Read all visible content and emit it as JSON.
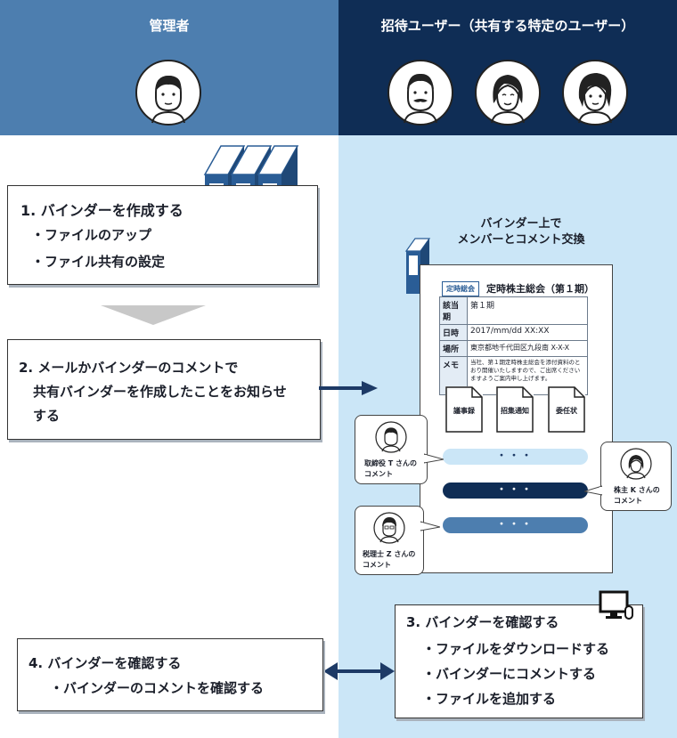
{
  "headers": {
    "admin": "管理者",
    "guest": "招待ユーザー（共有する特定のユーザー）"
  },
  "step1": {
    "title": "1. バインダーを作成する",
    "items": [
      "・ファイルのアップ",
      "・ファイル共有の設定"
    ]
  },
  "step2": {
    "line1": "2. メールかバインダーのコメントで",
    "line2": "共有バインダーを作成したことをお知らせ",
    "line3": "する"
  },
  "step3": {
    "title": "3. バインダーを確認する",
    "items": [
      "・ファイルをダウンロードする",
      "・バインダーにコメントする",
      "・ファイルを追加する"
    ]
  },
  "step4": {
    "title": "4. バインダーを確認する",
    "items": [
      "・バインダーのコメントを確認する"
    ]
  },
  "binder_caption": {
    "line1": "バインダー上で",
    "line2": "メンバーとコメント交換"
  },
  "document": {
    "tag": "定時総会",
    "title": "定時株主総会（第１期）",
    "rows": [
      {
        "key": "該当期",
        "value": "第１期"
      },
      {
        "key": "日時",
        "value": "2017/mm/dd XX:XX"
      },
      {
        "key": "場所",
        "value": "東京都地千代田区九段南 X-X-X"
      },
      {
        "key": "メモ",
        "value": "当社、第１期定時株主総会を添付資料のとおり開催いたしますので、ご出席くださいますようご案内申し上げます。"
      }
    ],
    "files": [
      "議事録",
      "招集通知",
      "委任状"
    ],
    "dots": "・・・"
  },
  "comments": {
    "c1": [
      "取締役 T さんの",
      "コメント"
    ],
    "c2": [
      "株主 K さんの",
      "コメント"
    ],
    "c3": [
      "税理士 Z さんの",
      "コメント"
    ]
  },
  "colors": {
    "admin_header": "#4d7eaf",
    "guest_header": "#0f2d55",
    "guest_area": "#cbe6f7",
    "binder_blue": "#2a5d96",
    "arrow": "#1d3a66"
  }
}
